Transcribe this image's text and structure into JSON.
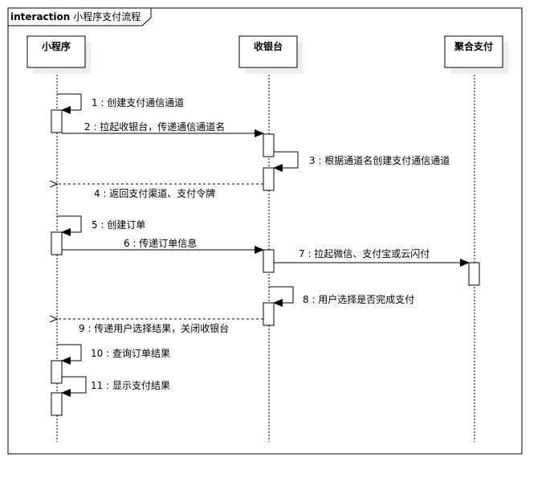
{
  "frame": {
    "keyword": "interaction",
    "title": "小程序支付流程"
  },
  "participants": [
    {
      "id": "miniprogram",
      "label": "小程序"
    },
    {
      "id": "cashier",
      "label": "收银台"
    },
    {
      "id": "aggregate_pay",
      "label": "聚合支付"
    }
  ],
  "messages": [
    {
      "number": "1",
      "label": "1 : 创建支付通信通道",
      "from": "miniprogram",
      "to": "miniprogram",
      "kind": "self"
    },
    {
      "number": "2",
      "label": "2 : 拉起收银台，传递通信通道名",
      "from": "miniprogram",
      "to": "cashier",
      "kind": "sync"
    },
    {
      "number": "3",
      "label": "3 : 根据通道名创建支付通信通道",
      "from": "cashier",
      "to": "cashier",
      "kind": "self"
    },
    {
      "number": "4",
      "label": "4 : 返回支付渠道、支付令牌",
      "from": "cashier",
      "to": "miniprogram",
      "kind": "return"
    },
    {
      "number": "5",
      "label": "5 : 创建订单",
      "from": "miniprogram",
      "to": "miniprogram",
      "kind": "self"
    },
    {
      "number": "6",
      "label": "6 : 传递订单信息",
      "from": "miniprogram",
      "to": "cashier",
      "kind": "sync"
    },
    {
      "number": "7",
      "label": "7 : 拉起微信、支付宝或云闪付",
      "from": "cashier",
      "to": "aggregate_pay",
      "kind": "sync"
    },
    {
      "number": "8",
      "label": "8 : 用户选择是否完成支付",
      "from": "cashier",
      "to": "cashier",
      "kind": "self"
    },
    {
      "number": "9",
      "label": "9 : 传递用户选择结果，关闭收银台",
      "from": "cashier",
      "to": "miniprogram",
      "kind": "return"
    },
    {
      "number": "10",
      "label": "10 : 查询订单结果",
      "from": "miniprogram",
      "to": "miniprogram",
      "kind": "self"
    },
    {
      "number": "11",
      "label": "11 : 显示支付结果",
      "from": "miniprogram",
      "to": "miniprogram",
      "kind": "self"
    }
  ]
}
